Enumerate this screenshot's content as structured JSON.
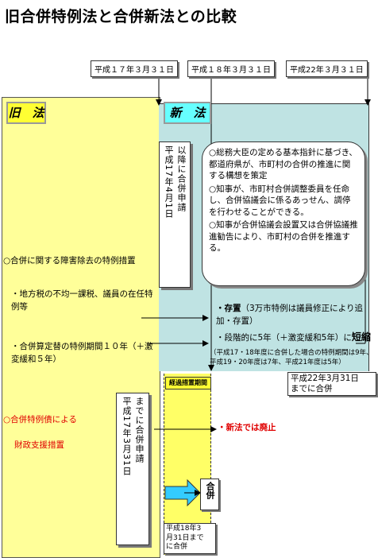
{
  "title": "旧合併特例法と合併新法との比較",
  "dates": {
    "h17": "平成１７年３月３１日",
    "h18": "平成１８年３月３１日",
    "h22": "平成22年３月３１日"
  },
  "labels": {
    "old_law": "旧　法",
    "new_law": "新　法",
    "transition": "経過措置期間"
  },
  "vertical": {
    "after_apply": "以降に合併申請",
    "h17_apr1": "平成17年4月1日",
    "until_apply": "までに合併申請",
    "h17_mar31": "平成17年3月31日"
  },
  "new_law_box": [
    "○総務大臣の定める基本指針に基づき、都道府県が、市町村の合併の推進に関する構想を策定",
    "○知事が、市町村合併調整委員を任命し、合併協議会に係るあっせん、調停を行わせることができる。",
    "○知事が合併協議会設置又は合併協議推進勧告により、市町村の合併を推進する。"
  ],
  "old_items": {
    "item1": "○合併に関する障害除去の特例措置",
    "item2": "・地方税の不均一課税、議員の在任特例等",
    "item3": "・合併算定替の特例期間１０年（＋激変緩和５年）",
    "item4a": "○合併特例債による",
    "item4b": "財政支援措置"
  },
  "new_items": {
    "keep_bold": "・存置",
    "keep_rest": "（3万市特例は議員修正により追加・存置）",
    "stage": "・段階的に5年（＋激変緩和5年）に",
    "shorten": "短縮",
    "note": "（平成17・18年度に合併した場合の特例期間は9年、平成19・20年度は7年、平成21年度は5年）",
    "abolish": "・新法では廃止"
  },
  "deadlines": {
    "h22_line1": "平成22年3月31日",
    "h22_line2": "までに合併",
    "h18_line1": "平成18年3",
    "h18_line2": "月31日まで",
    "h18_line3": "に合併"
  },
  "merge_label": "合併"
}
